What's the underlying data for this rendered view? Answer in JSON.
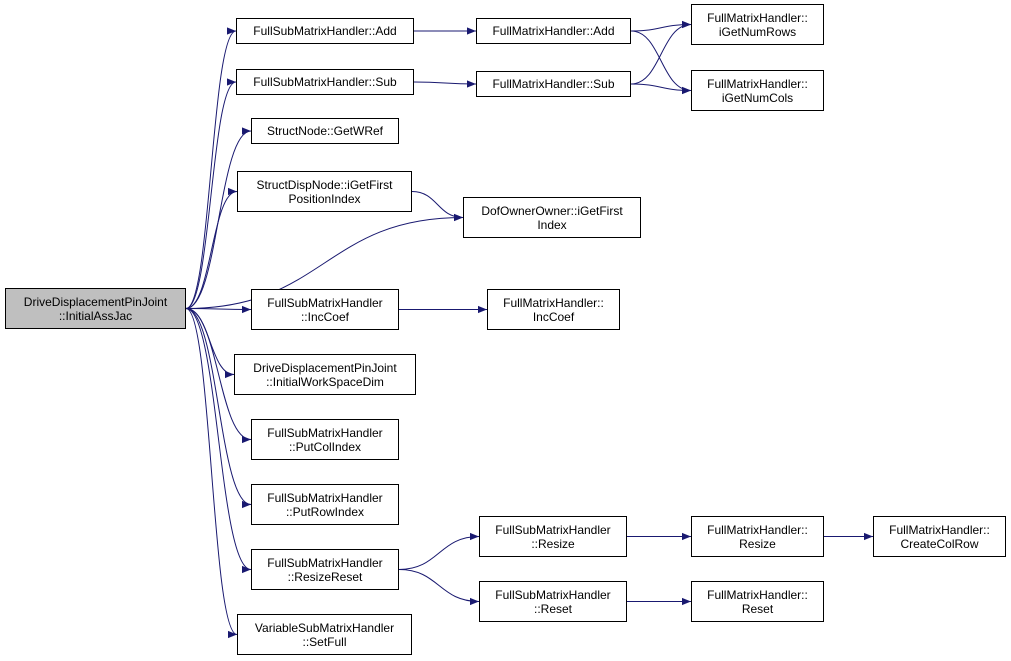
{
  "graph": {
    "edge_color": "#191970",
    "root_fill": "#bfbfbf",
    "node_fill": "#ffffff",
    "nodes": {
      "root": "DriveDisplacementPinJoint\n::InitialAssJac",
      "fsub_add": "FullSubMatrixHandler::Add",
      "fsub_sub": "FullSubMatrixHandler::Sub",
      "getwref": "StructNode::GetWRef",
      "disp_getfirst": "StructDispNode::iGetFirst\nPositionIndex",
      "fsub_inccoef": "FullSubMatrixHandler\n::IncCoef",
      "initialws": "DriveDisplacementPinJoint\n::InitialWorkSpaceDim",
      "putcol": "FullSubMatrixHandler\n::PutColIndex",
      "putrow": "FullSubMatrixHandler\n::PutRowIndex",
      "resizereset": "FullSubMatrixHandler\n::ResizeReset",
      "varsetfull": "VariableSubMatrixHandler\n::SetFull",
      "fm_add": "FullMatrixHandler::Add",
      "fm_sub": "FullMatrixHandler::Sub",
      "dofowner": "DofOwnerOwner::iGetFirst\nIndex",
      "fm_inccoef": "FullMatrixHandler::\nIncCoef",
      "fsub_resize": "FullSubMatrixHandler\n::Resize",
      "fsub_reset": "FullSubMatrixHandler\n::Reset",
      "fm_getnumrows": "FullMatrixHandler::\niGetNumRows",
      "fm_getnumcols": "FullMatrixHandler::\niGetNumCols",
      "fm_resize": "FullMatrixHandler::\nResize",
      "fm_reset": "FullMatrixHandler::\nReset",
      "fm_createcolrow": "FullMatrixHandler::\nCreateColRow"
    },
    "edges": [
      [
        "root",
        "fsub_add"
      ],
      [
        "root",
        "fsub_sub"
      ],
      [
        "root",
        "getwref"
      ],
      [
        "root",
        "disp_getfirst"
      ],
      [
        "root",
        "dofowner"
      ],
      [
        "root",
        "fsub_inccoef"
      ],
      [
        "root",
        "initialws"
      ],
      [
        "root",
        "putcol"
      ],
      [
        "root",
        "putrow"
      ],
      [
        "root",
        "resizereset"
      ],
      [
        "root",
        "varsetfull"
      ],
      [
        "fsub_add",
        "fm_add"
      ],
      [
        "fsub_sub",
        "fm_sub"
      ],
      [
        "fm_add",
        "fm_getnumrows"
      ],
      [
        "fm_add",
        "fm_getnumcols"
      ],
      [
        "fm_sub",
        "fm_getnumrows"
      ],
      [
        "fm_sub",
        "fm_getnumcols"
      ],
      [
        "disp_getfirst",
        "dofowner"
      ],
      [
        "fsub_inccoef",
        "fm_inccoef"
      ],
      [
        "resizereset",
        "fsub_resize"
      ],
      [
        "resizereset",
        "fsub_reset"
      ],
      [
        "fsub_resize",
        "fm_resize"
      ],
      [
        "fsub_reset",
        "fm_reset"
      ],
      [
        "fm_resize",
        "fm_createcolrow"
      ]
    ]
  }
}
